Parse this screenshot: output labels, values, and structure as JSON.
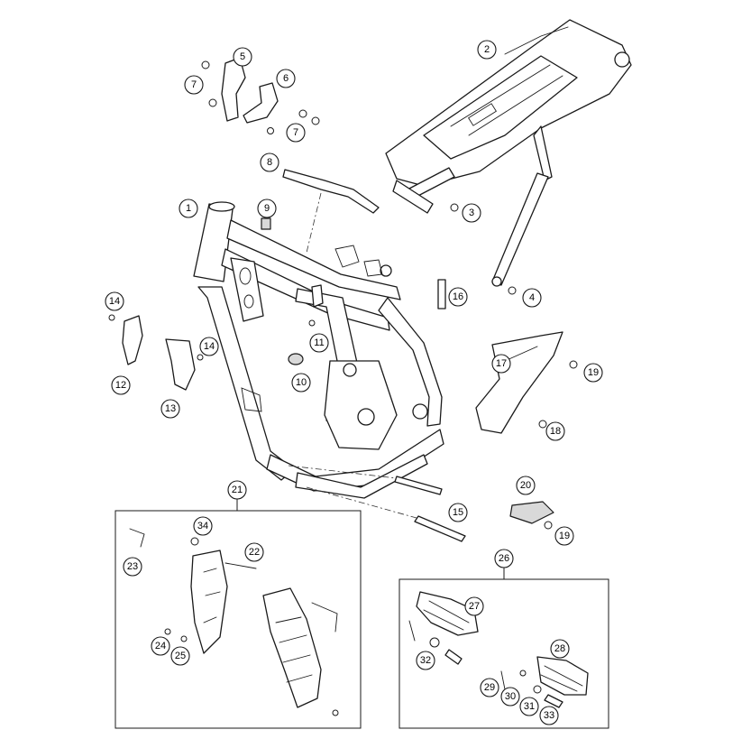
{
  "diagram": {
    "callouts": {
      "c1": "1",
      "c2": "2",
      "c3": "3",
      "c4": "4",
      "c5": "5",
      "c6": "6",
      "c7a": "7",
      "c7b": "7",
      "c8": "8",
      "c9": "9",
      "c10": "10",
      "c11": "11",
      "c12": "12",
      "c13": "13",
      "c14a": "14",
      "c14b": "14",
      "c15": "15",
      "c16": "16",
      "c17": "17",
      "c18": "18",
      "c19a": "19",
      "c19b": "19",
      "c20": "20",
      "c21": "21",
      "c22": "22",
      "c23": "23",
      "c24": "24",
      "c25": "25",
      "c26": "26",
      "c27": "27",
      "c28": "28",
      "c29": "29",
      "c30": "30",
      "c31": "31",
      "c32": "32",
      "c33": "33",
      "c34": "34"
    },
    "colors": {
      "line": "#1a1a1a",
      "fill_light": "#ffffff",
      "fill_grey": "#d9d9d9"
    }
  }
}
